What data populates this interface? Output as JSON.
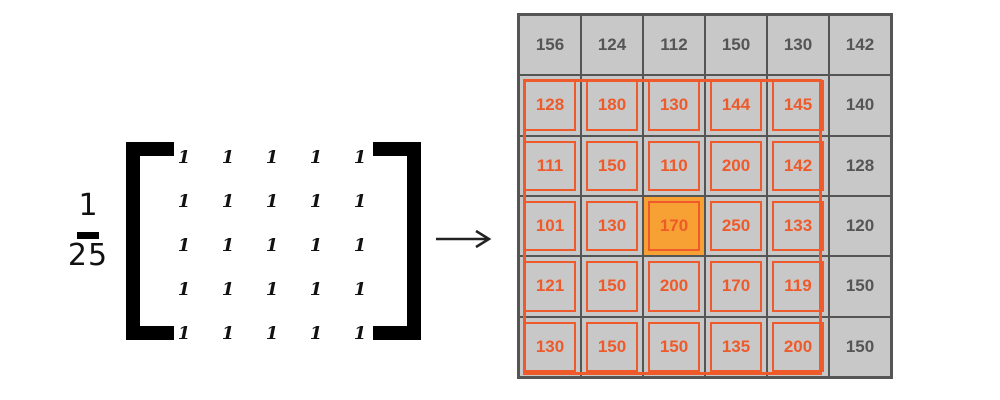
{
  "scale": {
    "numerator": "1",
    "denominator": "25"
  },
  "kernel": [
    [
      "1",
      "1",
      "1",
      "1",
      "1"
    ],
    [
      "1",
      "1",
      "1",
      "1",
      "1"
    ],
    [
      "1",
      "1",
      "1",
      "1",
      "1"
    ],
    [
      "1",
      "1",
      "1",
      "1",
      "1"
    ],
    [
      "1",
      "1",
      "1",
      "1",
      "1"
    ]
  ],
  "image": [
    [
      "156",
      "124",
      "112",
      "150",
      "130",
      "142"
    ],
    [
      "128",
      "180",
      "130",
      "144",
      "145",
      "140"
    ],
    [
      "111",
      "150",
      "110",
      "200",
      "142",
      "128"
    ],
    [
      "101",
      "130",
      "170",
      "250",
      "133",
      "120"
    ],
    [
      "121",
      "150",
      "200",
      "170",
      "119",
      "150"
    ],
    [
      "130",
      "150",
      "150",
      "135",
      "200",
      "150"
    ]
  ],
  "highlight": {
    "window_rows": [
      1,
      5
    ],
    "window_cols": [
      0,
      4
    ],
    "center": [
      3,
      2
    ]
  },
  "colors": {
    "grid_fill": "#c8c8c8",
    "grid_text": "#555555",
    "window": "#ef5a2a",
    "center_fill": "#f7a033"
  }
}
